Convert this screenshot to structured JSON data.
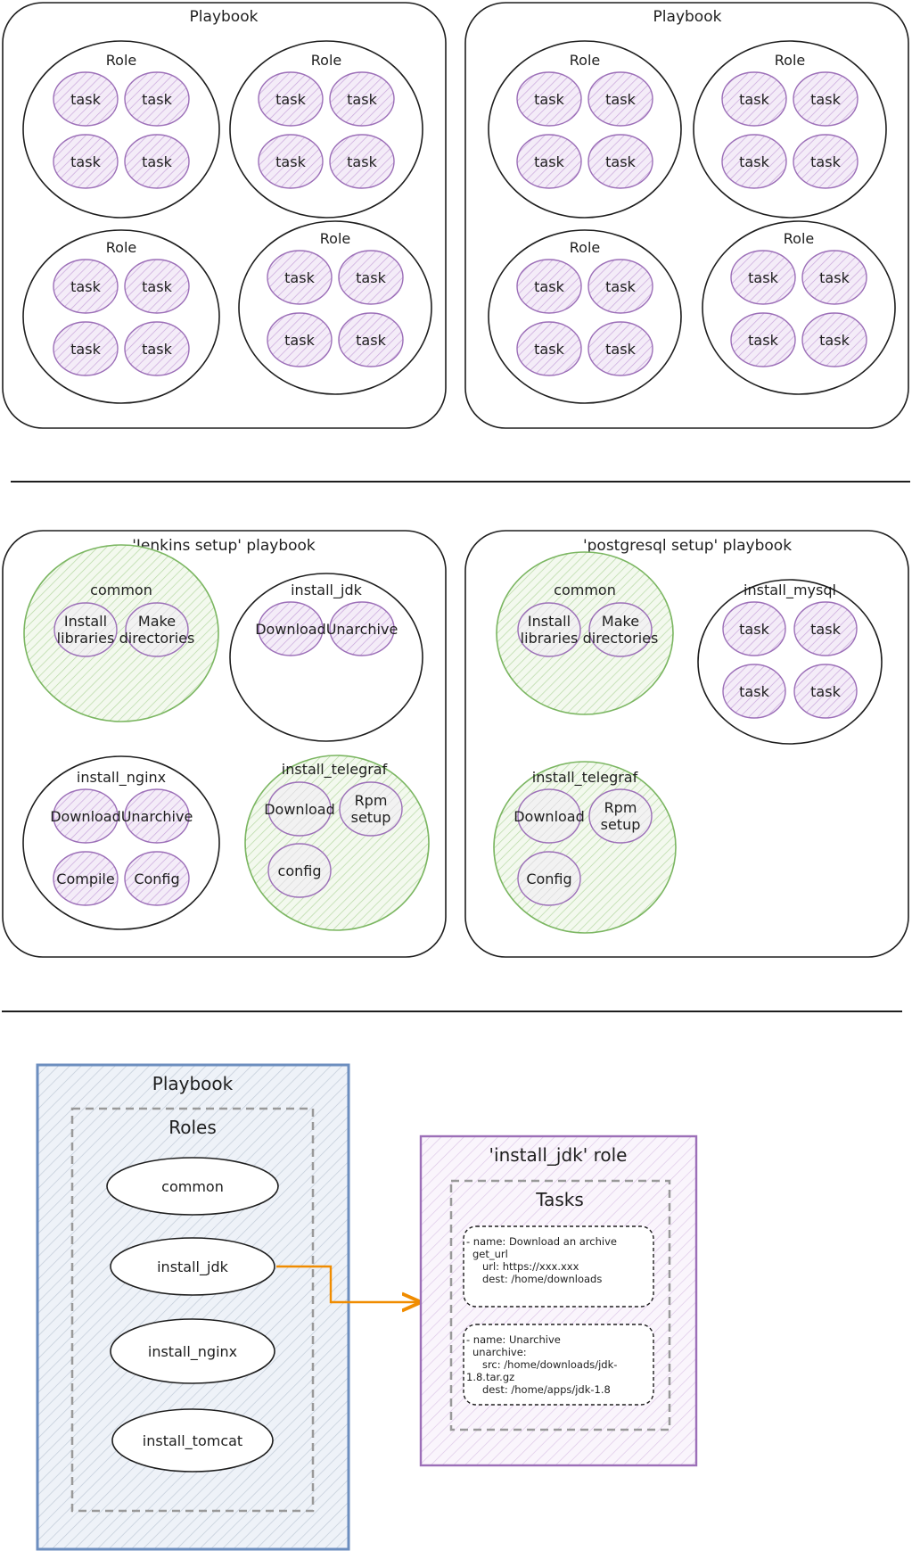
{
  "section1": {
    "left_playbook": {
      "title": "Playbook",
      "roles": [
        {
          "title": "Role",
          "tasks": [
            "task",
            "task",
            "task",
            "task"
          ]
        },
        {
          "title": "Role",
          "tasks": [
            "task",
            "task",
            "task",
            "task"
          ]
        },
        {
          "title": "Role",
          "tasks": [
            "task",
            "task",
            "task",
            "task"
          ]
        },
        {
          "title": "Role",
          "tasks": [
            "task",
            "task",
            "task",
            "task"
          ]
        }
      ]
    },
    "right_playbook": {
      "title": "Playbook",
      "roles": [
        {
          "title": "Role",
          "tasks": [
            "task",
            "task",
            "task",
            "task"
          ]
        },
        {
          "title": "Role",
          "tasks": [
            "task",
            "task",
            "task",
            "task"
          ]
        },
        {
          "title": "Role",
          "tasks": [
            "task",
            "task",
            "task",
            "task"
          ]
        },
        {
          "title": "Role",
          "tasks": [
            "task",
            "task",
            "task",
            "task"
          ]
        }
      ]
    }
  },
  "section2": {
    "jenkins": {
      "title": "'Jenkins setup' playbook",
      "common": {
        "title": "common",
        "tasks": [
          [
            "Install",
            "libraries"
          ],
          [
            "Make",
            "directories"
          ]
        ]
      },
      "install_jdk": {
        "title": "install_jdk",
        "tasks": [
          "Download",
          "Unarchive"
        ]
      },
      "install_nginx": {
        "title": "install_nginx",
        "tasks": [
          "Download",
          "Unarchive",
          "Compile",
          "Config"
        ]
      },
      "install_telegraf": {
        "title": "install_telegraf",
        "tasks": [
          "Download",
          [
            "Rpm",
            "setup"
          ],
          "config"
        ]
      }
    },
    "postgresql": {
      "title": "'postgresql setup' playbook",
      "common": {
        "title": "common",
        "tasks": [
          [
            "Install",
            "libraries"
          ],
          [
            "Make",
            "directories"
          ]
        ]
      },
      "install_mysql": {
        "title": "install_mysql",
        "tasks": [
          "task",
          "task",
          "task",
          "task"
        ]
      },
      "install_telegraf": {
        "title": "install_telegraf",
        "tasks": [
          "Download",
          [
            "Rpm",
            "setup"
          ],
          "Config"
        ]
      }
    }
  },
  "section3": {
    "playbook_title": "Playbook",
    "roles_title": "Roles",
    "roles": [
      "common",
      "install_jdk",
      "install_nginx",
      "install_tomcat"
    ],
    "role_detail_title": "'install_jdk' role",
    "tasks_title": "Tasks",
    "task_blocks": [
      [
        "- name: Download an archive",
        "get_url",
        "   url: https://xxx.xxx",
        "   dest: /home/downloads"
      ],
      [
        "- name: Unarchive",
        "unarchive:",
        "   src: /home/downloads/jdk-",
        "1.8.tar.gz",
        "   dest: /home/apps/jdk-1.8"
      ]
    ]
  },
  "colors": {
    "stroke": "#1e1e1e",
    "task_stroke": "#9c6fb8",
    "task_fill": "#e9d8f2",
    "common_stroke": "#7bb661",
    "common_fill": "#e3f1d9",
    "grey_task_fill": "#ececec",
    "blue_stroke": "#6c8ebf",
    "blue_fill": "#dde6f1",
    "arrow": "#f08c00",
    "dash": "#999999"
  }
}
